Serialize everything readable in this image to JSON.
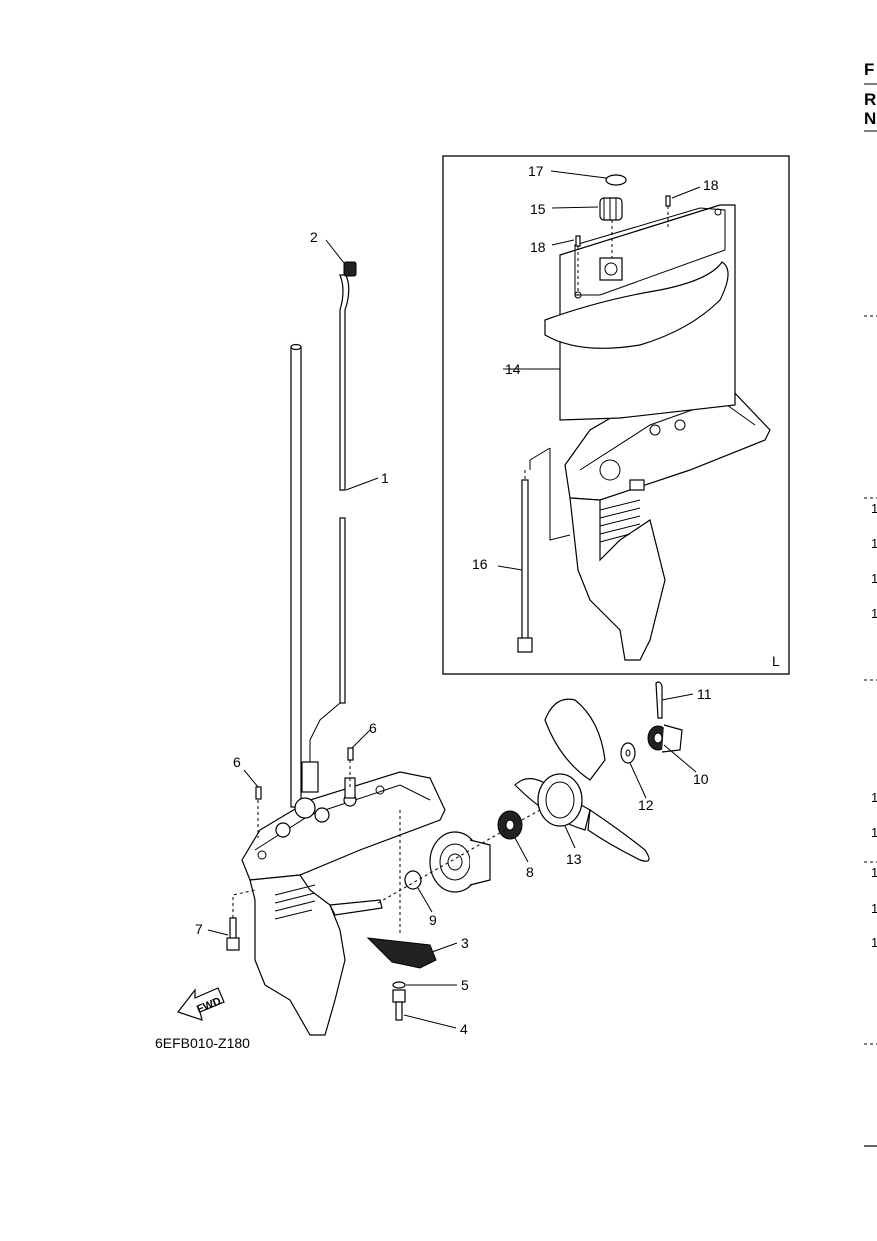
{
  "diagram": {
    "code": "6EFB010-Z180",
    "fwd_label": "FWD",
    "inset_label": "L",
    "callouts": {
      "c1": "1",
      "c2": "2",
      "c3": "3",
      "c4": "4",
      "c5": "5",
      "c6a": "6",
      "c6b": "6",
      "c7": "7",
      "c8": "8",
      "c9": "9",
      "c10": "10",
      "c11": "11",
      "c12": "12",
      "c13": "13",
      "c14": "14",
      "c15": "15",
      "c16": "16",
      "c17": "17",
      "c18a": "18",
      "c18b": "18"
    }
  },
  "edge": {
    "letters": [
      "F",
      "R",
      "N"
    ],
    "digits": [
      "1",
      "1",
      "1",
      "1",
      "1",
      "1",
      "1",
      "1",
      "1"
    ]
  }
}
